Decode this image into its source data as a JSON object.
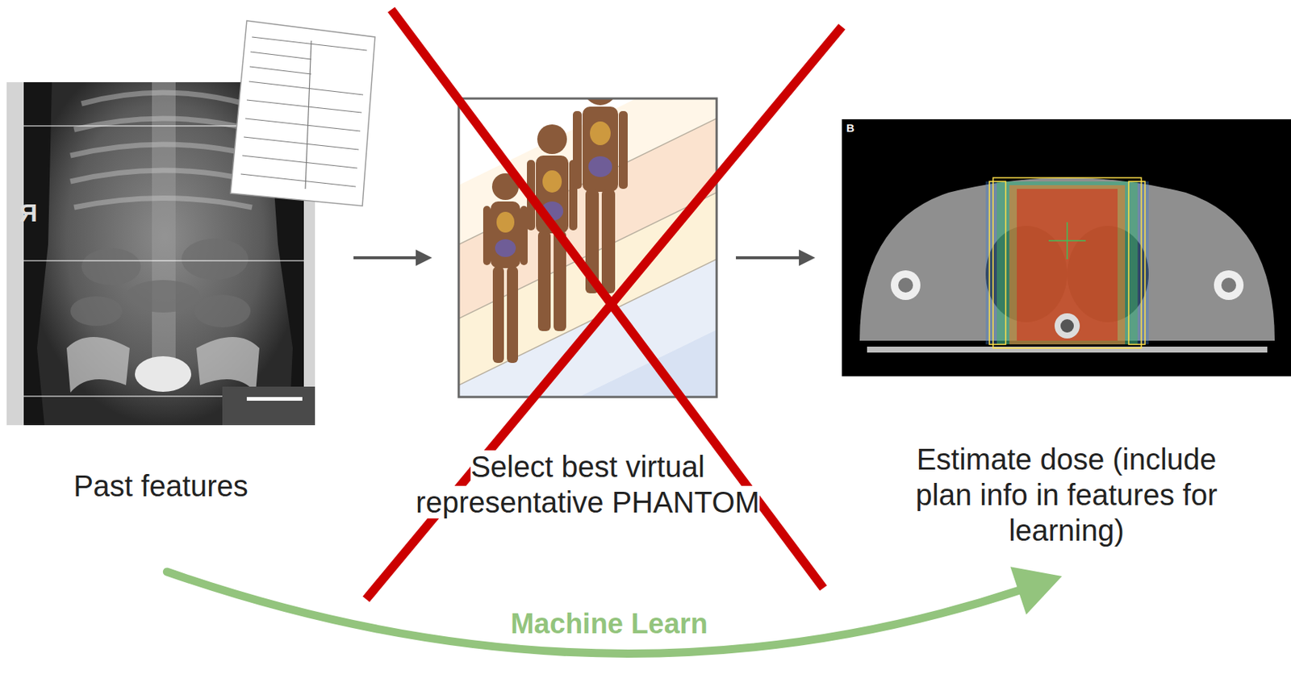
{
  "diagram": {
    "nodes": [
      {
        "text": [
          "Past features"
        ]
      },
      {
        "text": [
          "Select best virtual representative PHANTOM"
        ]
      },
      {
        "text": [
          "Estimate dose (include plan info in features for learning)"
        ]
      }
    ],
    "edges": [
      {
        "from": 0,
        "to": 1,
        "arrow": "to"
      },
      {
        "from": 1,
        "to": 2,
        "arrow": "to"
      },
      {
        "from": 0,
        "to": 2,
        "label": "Machine Learn",
        "arrow": "to"
      }
    ],
    "labels": [
      "R",
      "B"
    ]
  }
}
